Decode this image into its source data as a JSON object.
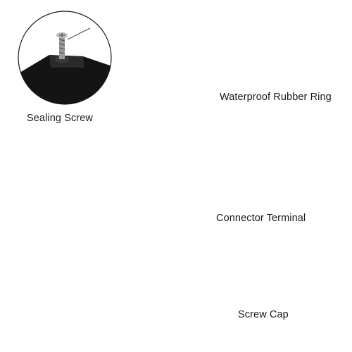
{
  "labels": {
    "sealing_screw": "Sealing Screw",
    "rubber_ring": "Waterproof Rubber Ring",
    "connector_terminal": "Connector Terminal",
    "screw_cap": "Screw Cap"
  },
  "colors": {
    "housing": "#1b1b1b",
    "housing_highlight": "#3c3c3c",
    "terminal_white": "#eeeeee",
    "wire_blue": "#2f5fb4",
    "wire_yellow": "#e3b32a",
    "background": "#ffffff"
  }
}
